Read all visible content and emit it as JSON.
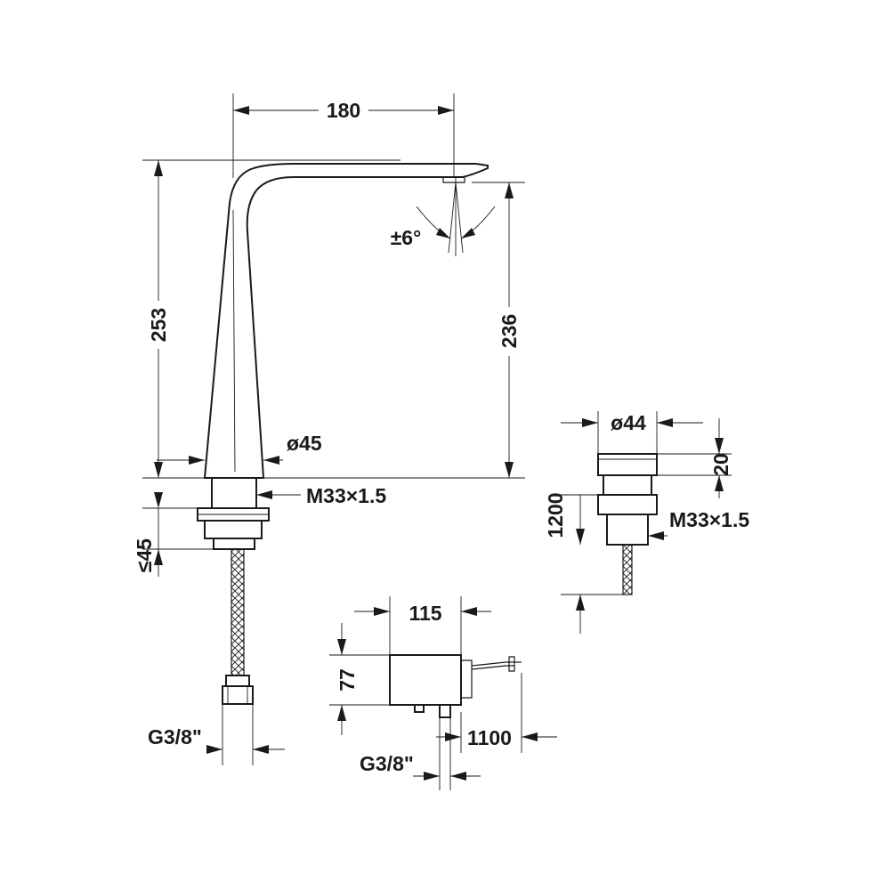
{
  "dimensions": {
    "spout_reach": "180",
    "spray_angle": "±6°",
    "total_height": "253",
    "outlet_height": "236",
    "body_diameter": "ø45",
    "thread_main": "M33×1.5",
    "max_deck_thickness": "≤45",
    "hose_connection_left": "G3/8\"",
    "sensor_diameter": "ø44",
    "sensor_height": "20",
    "sensor_cable_length": "1200",
    "thread_sensor": "M33×1.5",
    "box_width": "115",
    "box_height": "77",
    "box_cable_length": "1100",
    "hose_connection_box": "G3/8\""
  }
}
